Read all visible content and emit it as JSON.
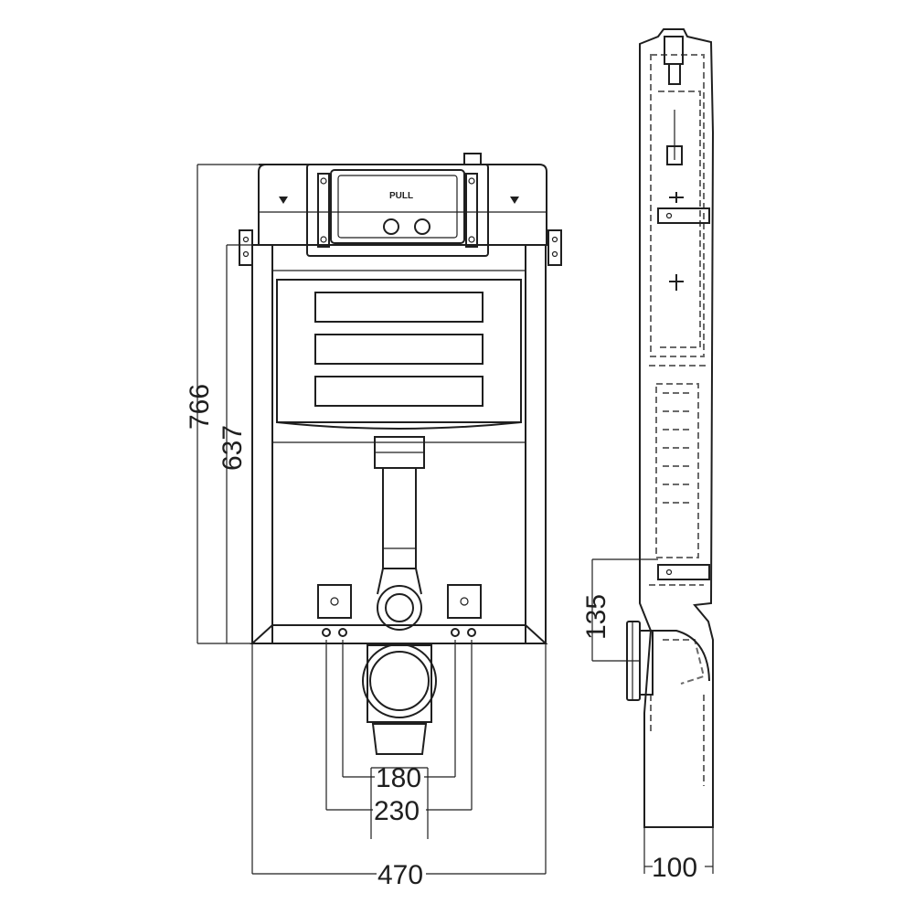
{
  "dimensions": {
    "overall_height": "766",
    "frame_height": "637",
    "inner_spacing": "180",
    "outer_spacing": "230",
    "width": "470",
    "depth": "100",
    "outlet_height": "135"
  },
  "plate_label": "PULL",
  "colors": {
    "line": "#1f1f1f",
    "hidden_line": "#6a6a6a",
    "background": "#ffffff"
  }
}
